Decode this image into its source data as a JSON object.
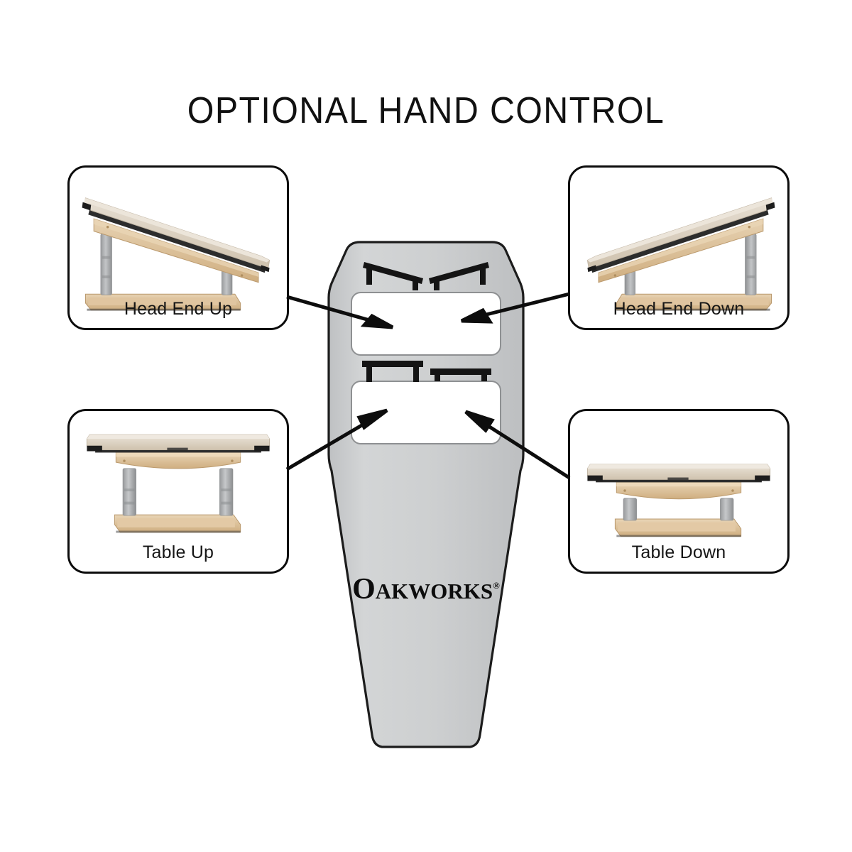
{
  "page": {
    "title": "OPTIONAL HAND CONTROL",
    "background_color": "#ffffff"
  },
  "remote": {
    "name": "hand-control-remote",
    "body_color": "#c9cbcc",
    "outline_color": "#1a1a1a",
    "brand_logo": {
      "text": "OAKWORKS",
      "first_letter": "O",
      "rest": "AKWORKS",
      "trademark": "®"
    },
    "button_pads": [
      {
        "name": "head-end-button-pad",
        "position": "upper",
        "color": "#ffffff",
        "buttons": [
          {
            "name": "head-end-up-button",
            "icon": "table-head-up-icon",
            "side": "left"
          },
          {
            "name": "head-end-down-button",
            "icon": "table-head-down-icon",
            "side": "right"
          }
        ]
      },
      {
        "name": "table-height-button-pad",
        "position": "lower",
        "color": "#ffffff",
        "buttons": [
          {
            "name": "table-up-button",
            "icon": "table-raised-icon",
            "side": "left"
          },
          {
            "name": "table-down-button",
            "icon": "table-lowered-icon",
            "side": "right"
          }
        ]
      }
    ]
  },
  "callouts": [
    {
      "id": "head-end-up",
      "label": "Head End Up",
      "photo_alt": "massage-table-head-end-raised",
      "corner": "top-left"
    },
    {
      "id": "head-end-down",
      "label": "Head End Down",
      "photo_alt": "massage-table-head-end-lowered",
      "corner": "top-right"
    },
    {
      "id": "table-up",
      "label": "Table Up",
      "photo_alt": "massage-table-raised-flat",
      "corner": "bottom-left"
    },
    {
      "id": "table-down",
      "label": "Table Down",
      "photo_alt": "massage-table-lowered-flat",
      "corner": "bottom-right"
    }
  ],
  "arrows": [
    {
      "name": "arrow-head-end-up",
      "from": "head-end-up callout",
      "to": "upper-left button"
    },
    {
      "name": "arrow-head-end-down",
      "from": "head-end-down callout",
      "to": "upper-right button"
    },
    {
      "name": "arrow-table-up",
      "from": "table-up callout",
      "to": "lower-left button"
    },
    {
      "name": "arrow-table-down",
      "from": "table-down callout",
      "to": "lower-right button"
    }
  ],
  "colors": {
    "table_pad": "#d9cdbb",
    "table_pad_top": "#e3dace",
    "table_wood": "#d9b98c",
    "table_wood_light": "#e5cda9",
    "table_leg": "#a9abad",
    "remote_body": "#c9cbcc",
    "outline": "#1a1a1a",
    "icon_black": "#111111"
  }
}
